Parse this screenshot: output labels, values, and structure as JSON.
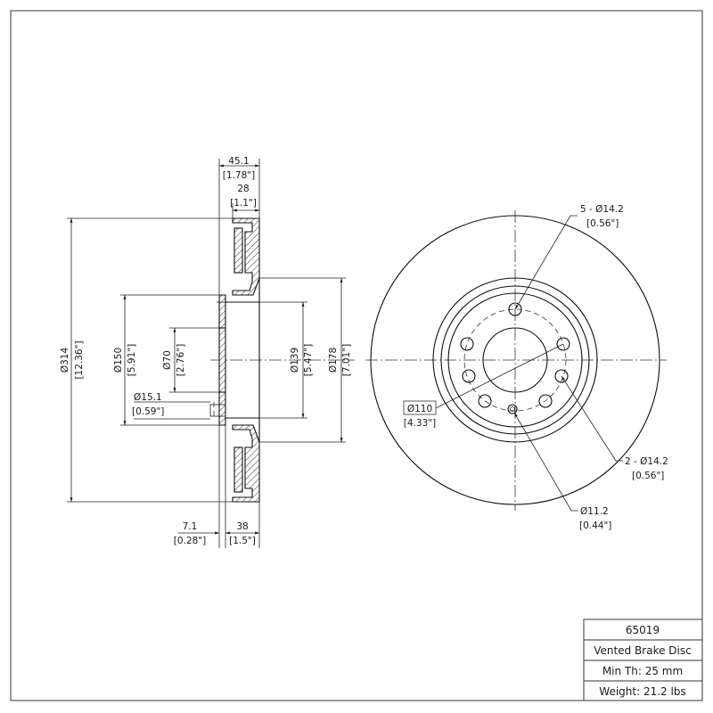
{
  "side_view": {
    "overall_width": "45.1",
    "overall_width_in": "[1.78\"]",
    "rotor_thickness": "28",
    "rotor_thickness_in": "[1.1\"]",
    "outer_diameter": "Ø314",
    "outer_diameter_in": "[12.36\"]",
    "hat_diameter": "Ø150",
    "hat_diameter_in": "[5.91\"]",
    "center_bore": "Ø70",
    "center_bore_in": "[2.76\"]",
    "small_hole": "Ø15.1",
    "small_hole_in": "[0.59\"]",
    "inner_diameter": "Ø139",
    "inner_diameter_in": "[5.47\"]",
    "hub_diameter": "Ø178",
    "hub_diameter_in": "[7.01\"]",
    "flange_thickness": "7.1",
    "flange_thickness_in": "[0.28\"]",
    "hat_height": "38",
    "hat_height_in": "[1.5\"]"
  },
  "front_view": {
    "bolt_holes": "5 - Ø14.2",
    "bolt_holes_in": "[0.56\"]",
    "extra_holes": "2 - Ø14.2",
    "extra_holes_in": "[0.56\"]",
    "pin_hole": "Ø11.2",
    "pin_hole_in": "[0.44\"]",
    "bolt_circle": "Ø110",
    "bolt_circle_in": "[4.33\"]"
  },
  "title_block": {
    "part_number": "65019",
    "description": "Vented Brake Disc",
    "min_thickness": "Min Th: 25 mm",
    "weight": "Weight: 21.2 lbs"
  }
}
